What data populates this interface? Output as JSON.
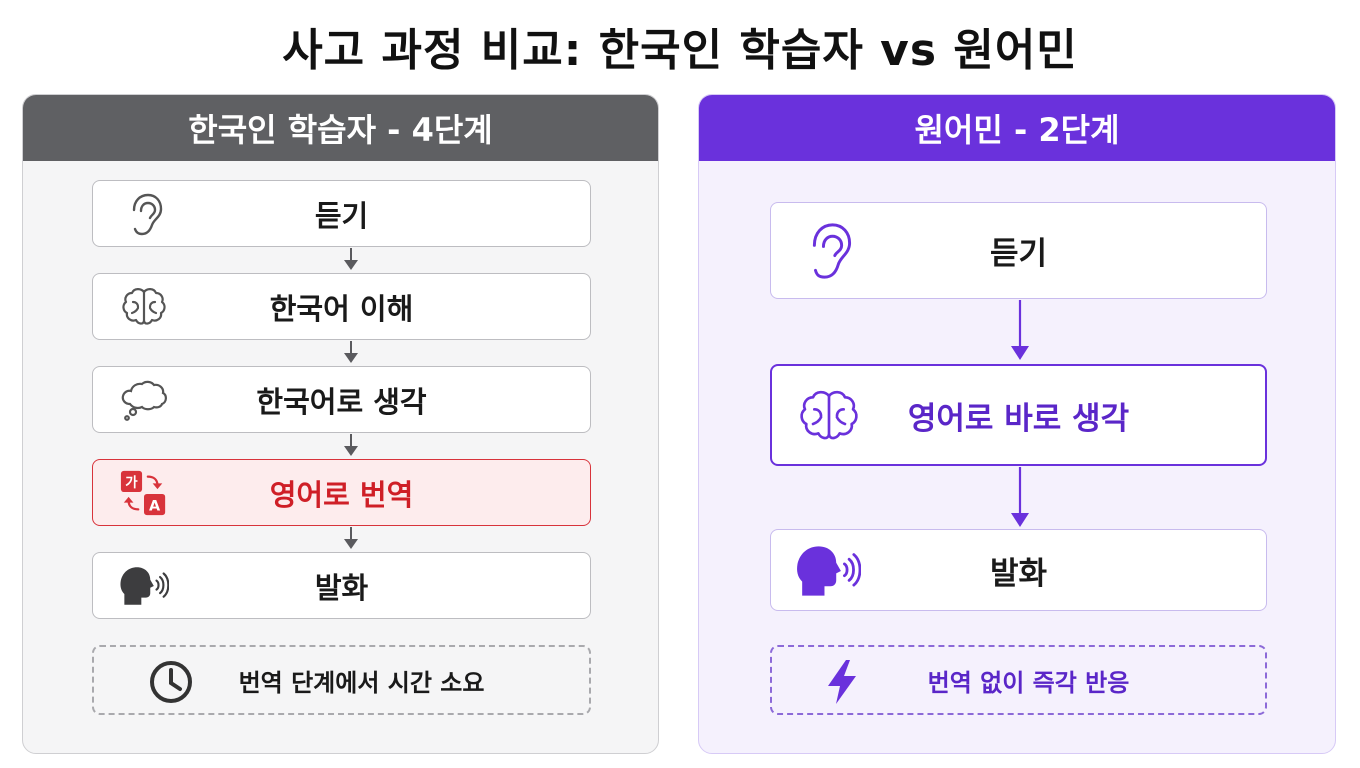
{
  "title": "사고 과정 비교: 한국인 학습자 vs 원어민",
  "left_panel": {
    "header": "한국인 학습자 - 4단계",
    "steps": [
      {
        "label": "듣기",
        "icon": "ear-icon"
      },
      {
        "label": "한국어 이해",
        "icon": "brain-icon"
      },
      {
        "label": "한국어로 생각",
        "icon": "thought-cloud-icon"
      },
      {
        "label": "영어로 번역",
        "icon": "translate-icon",
        "icon_text_top": "가",
        "icon_text_bottom": "A"
      },
      {
        "label": "발화",
        "icon": "speaking-head-icon"
      }
    ],
    "note": {
      "label": "번역 단계에서 시간 소요",
      "icon": "clock-icon"
    }
  },
  "right_panel": {
    "header": "원어민 - 2단계",
    "steps": [
      {
        "label": "듣기",
        "icon": "ear-icon"
      },
      {
        "label": "영어로 바로 생각",
        "icon": "brain-icon"
      },
      {
        "label": "발화",
        "icon": "speaking-head-icon"
      }
    ],
    "note": {
      "label": "번역 없이 즉각 반응",
      "icon": "lightning-icon"
    }
  },
  "colors": {
    "left_header": "#5f6063",
    "right_header": "#6a31dc",
    "translate_highlight": "#cf1f27",
    "native_accent": "#5a26c8"
  }
}
